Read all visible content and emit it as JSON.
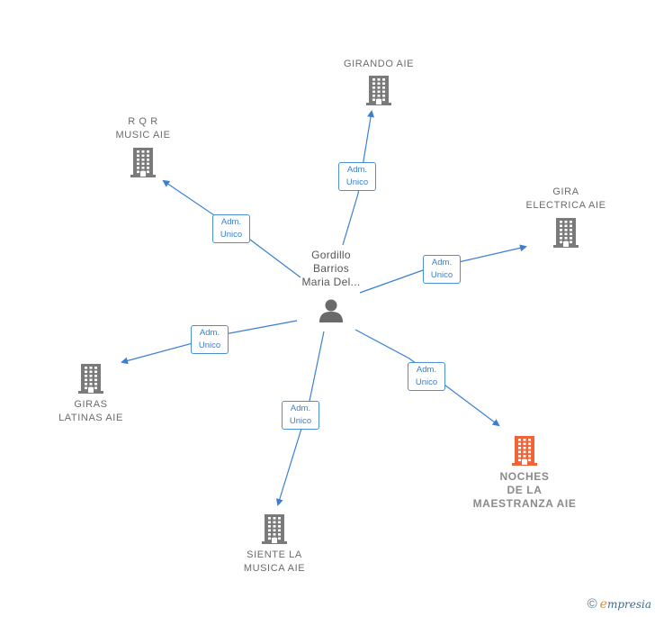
{
  "center": {
    "label_lines": [
      "Gordillo",
      "Barrios",
      "Maria Del..."
    ],
    "icon": "person-icon"
  },
  "nodes": [
    {
      "id": "girando",
      "lines": [
        "GIRANDO AIE"
      ],
      "icon": "building-icon",
      "highlight": false
    },
    {
      "id": "rqr",
      "lines": [
        "R Q R",
        "MUSIC AIE"
      ],
      "icon": "building-icon",
      "highlight": false
    },
    {
      "id": "gira-electrica",
      "lines": [
        "GIRA",
        "ELECTRICA AIE"
      ],
      "icon": "building-icon",
      "highlight": false
    },
    {
      "id": "giras-latinas",
      "lines": [
        "GIRAS",
        "LATINAS AIE"
      ],
      "icon": "building-icon",
      "highlight": false
    },
    {
      "id": "siente",
      "lines": [
        "SIENTE LA",
        "MUSICA AIE"
      ],
      "icon": "building-icon",
      "highlight": false
    },
    {
      "id": "noches",
      "lines": [
        "NOCHES",
        "DE LA",
        "MAESTRANZA AIE"
      ],
      "icon": "building-icon",
      "highlight": true
    }
  ],
  "edges": [
    {
      "to": "girando",
      "label_lines": [
        "Adm.",
        "Unico"
      ]
    },
    {
      "to": "rqr",
      "label_lines": [
        "Adm.",
        "Unico"
      ]
    },
    {
      "to": "gira-electrica",
      "label_lines": [
        "Adm.",
        "Unico"
      ]
    },
    {
      "to": "giras-latinas",
      "label_lines": [
        "Adm.",
        "Unico"
      ]
    },
    {
      "to": "siente",
      "label_lines": [
        "Adm.",
        "Unico"
      ]
    },
    {
      "to": "noches",
      "label_lines": [
        "Adm.",
        "Unico"
      ]
    }
  ],
  "colors": {
    "edge": "#3a7fd5",
    "building": "#7a7a7a",
    "highlight_building": "#f0643a",
    "person": "#6a6a6a"
  },
  "footer": {
    "copyright": "©",
    "brand_initial": "e",
    "brand_rest": "mpresia"
  }
}
